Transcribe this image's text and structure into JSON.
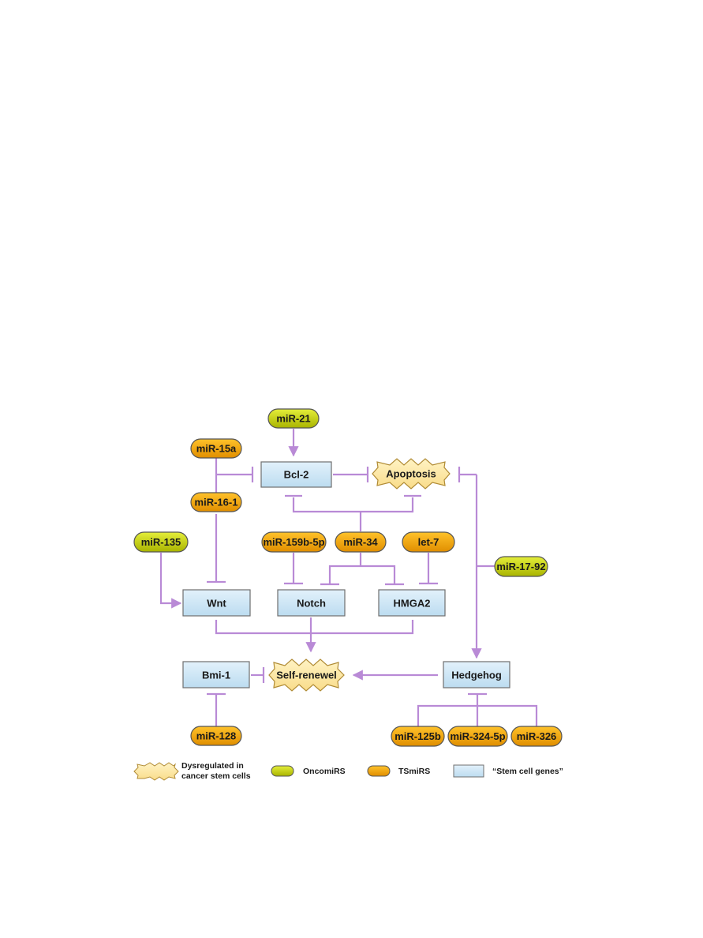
{
  "colors": {
    "oncomir_fill": "#c9d400",
    "tsmir_fill": "#f0a800",
    "gene_fill": "#cfe6f5",
    "dysregulated_fill": "#fde9a8",
    "edge": "#b98ad6"
  },
  "nodes": {
    "mir21": "miR-21",
    "mir15a": "miR-15a",
    "bcl2": "Bcl-2",
    "apoptosis": "Apoptosis",
    "mir16_1": "miR-16-1",
    "mir135": "miR-135",
    "mir159b": "miR-159b-5p",
    "mir34": "miR-34",
    "let7": "let-7",
    "mir17_92": "miR-17-92",
    "wnt": "Wnt",
    "notch": "Notch",
    "hmga2": "HMGA2",
    "bmi1": "Bmi-1",
    "self_renewal": "Self-renewel",
    "hedgehog": "Hedgehog",
    "mir128": "miR-128",
    "mir125b": "miR-125b",
    "mir324": "miR-324-5p",
    "mir326": "miR-326"
  },
  "legend": {
    "dysregulated_line1": "Dysregulated in",
    "dysregulated_line2": "cancer stem cells",
    "oncomirs": "OncomiRS",
    "tsmirs": "TSmiRS",
    "stem_genes": "“Stem cell genes”"
  }
}
